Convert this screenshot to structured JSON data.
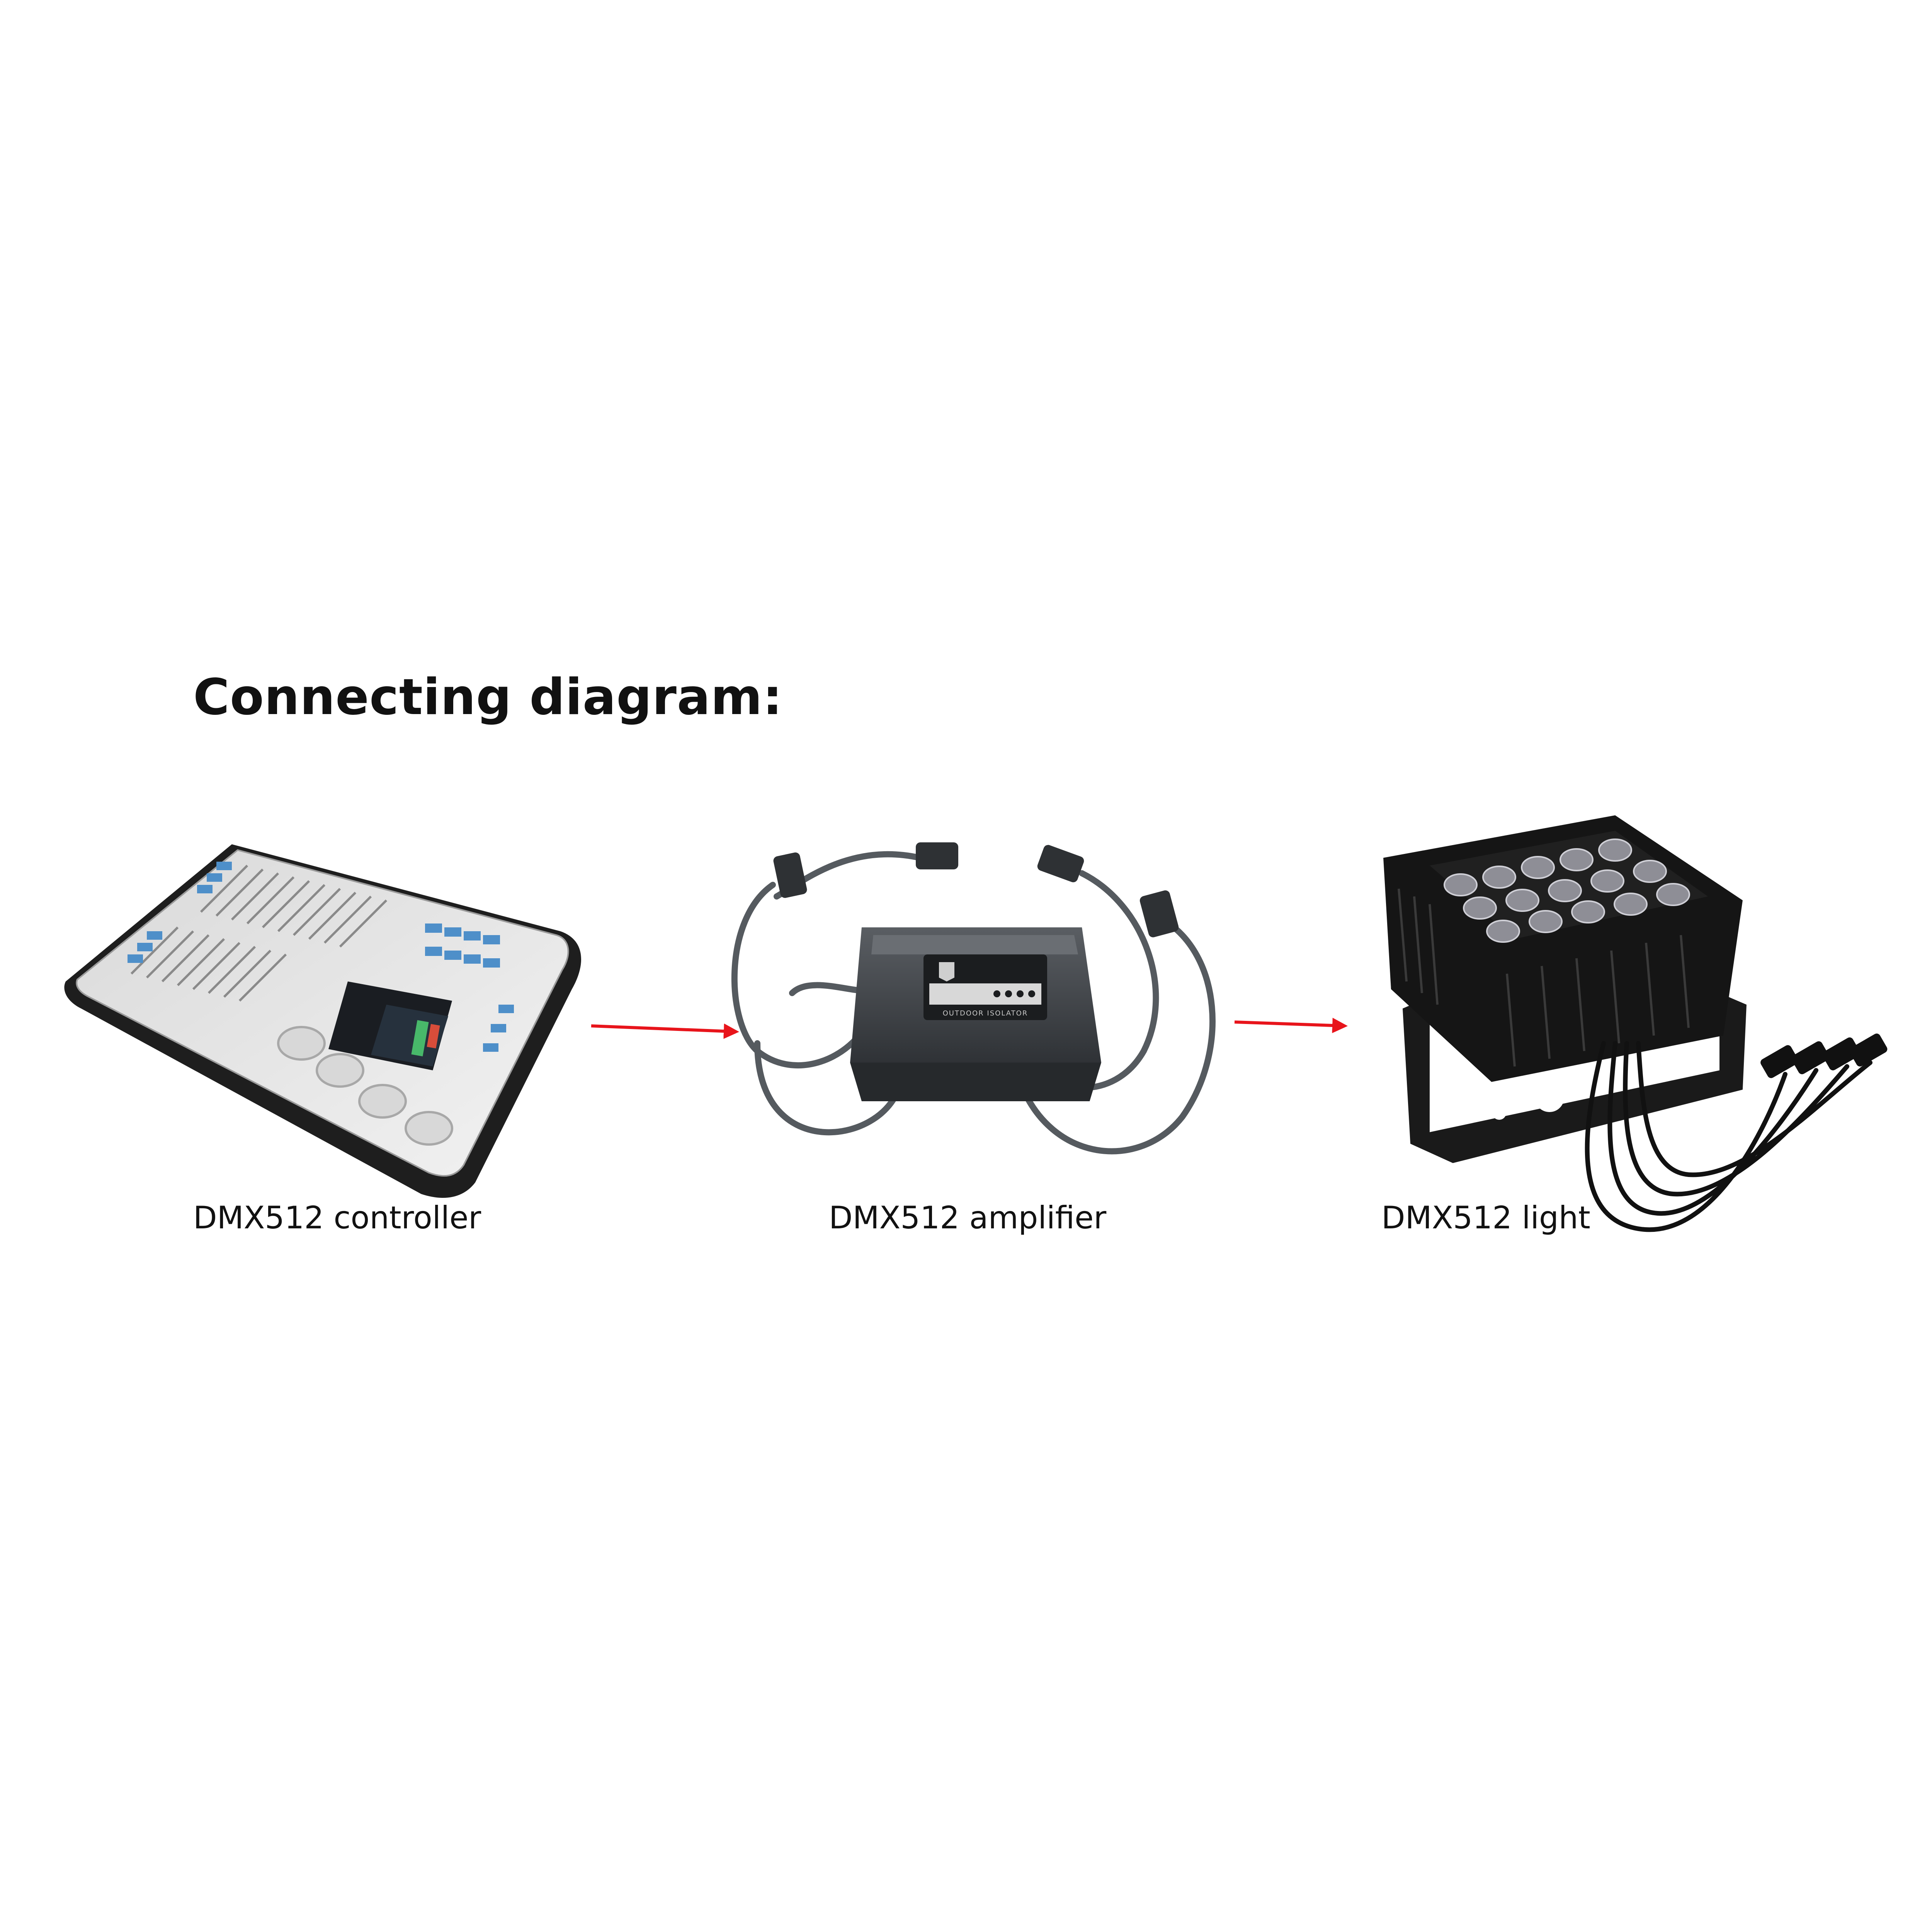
{
  "diagram": {
    "title": "Connecting diagram:",
    "nodes": [
      {
        "id": "controller",
        "label": "DMX512 controller",
        "icon": "lighting-console-icon"
      },
      {
        "id": "amplifier",
        "label": "DMX512 amplifier",
        "icon": "signal-amplifier-box-icon",
        "device_text": "OUTDOOR ISOLATOR"
      },
      {
        "id": "light",
        "label": "DMX512 light",
        "icon": "led-flood-light-icon"
      }
    ],
    "edges": [
      {
        "from": "controller",
        "to": "amplifier"
      },
      {
        "from": "amplifier",
        "to": "light"
      }
    ],
    "colors": {
      "arrow": "#e8141b",
      "text": "#111111"
    }
  }
}
